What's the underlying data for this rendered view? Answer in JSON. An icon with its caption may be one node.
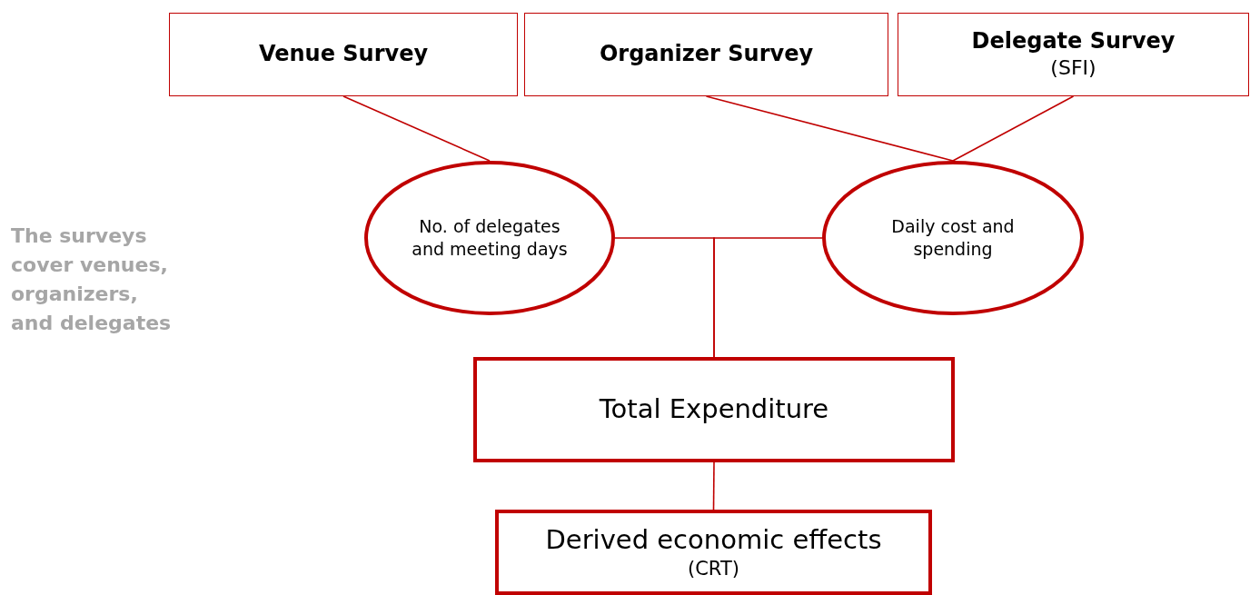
{
  "diagram": {
    "nodes": [
      {
        "text": [
          "Venue Survey"
        ]
      },
      {
        "text": [
          "Organizer Survey"
        ]
      },
      {
        "text": [
          "Delegate Survey",
          "(SFI)"
        ]
      },
      {
        "text": [
          "No. of delegates and meeting days"
        ]
      },
      {
        "text": [
          "Daily cost and spending"
        ]
      },
      {
        "text": [
          "Total Expenditure"
        ]
      },
      {
        "text": [
          "Derived economic effects",
          "(CRT)"
        ]
      }
    ],
    "edges": [
      {
        "from": 0,
        "to": 3,
        "arrow": "none"
      },
      {
        "from": 1,
        "to": 4,
        "arrow": "none"
      },
      {
        "from": 2,
        "to": 4,
        "arrow": "none"
      },
      {
        "from": 3,
        "to": 5,
        "arrow": "none"
      },
      {
        "from": 4,
        "to": 5,
        "arrow": "none"
      },
      {
        "from": 5,
        "to": 6,
        "arrow": "none"
      }
    ],
    "labels": [
      "The surveys cover venues, organizers, and delegates"
    ]
  }
}
